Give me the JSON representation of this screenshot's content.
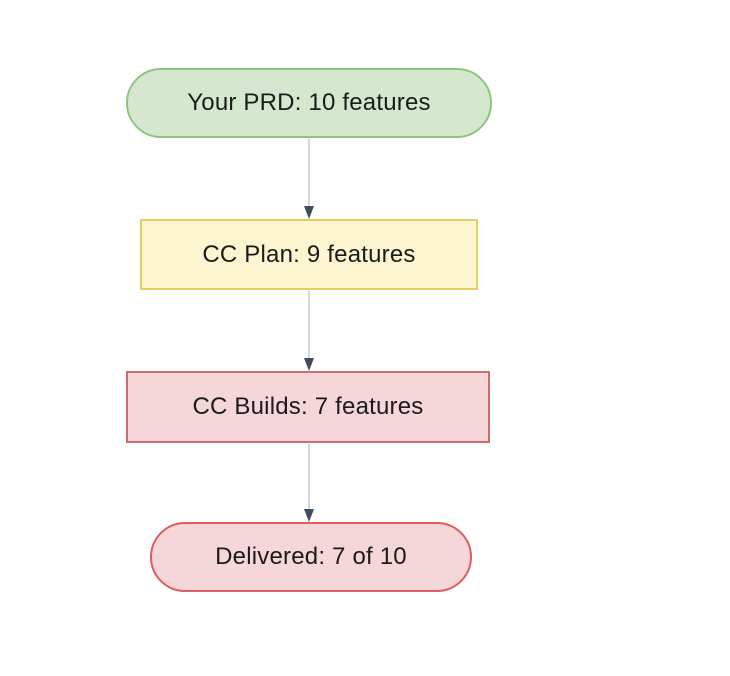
{
  "diagram": {
    "type": "flowchart",
    "direction": "top-down",
    "background_color": "#ffffff",
    "text_color": "#1b1b1b",
    "edge_style": {
      "line_color": "#d3d7db",
      "arrowhead_color": "#3e4d62"
    },
    "nodes": [
      {
        "id": "prd",
        "label": "Your PRD: 10 features",
        "shape": "stadium",
        "fill": "#d5e8cf",
        "stroke": "#8fc47d"
      },
      {
        "id": "plan",
        "label": "CC Plan: 9 features",
        "shape": "rectangle",
        "fill": "#fdf4d0",
        "stroke": "#e7cd63"
      },
      {
        "id": "builds",
        "label": "CC Builds: 7 features",
        "shape": "rectangle",
        "fill": "#f5d6d9",
        "stroke": "#d16b6d"
      },
      {
        "id": "delivered",
        "label": "Delivered: 7 of 10",
        "shape": "stadium",
        "fill": "#f5d6d9",
        "stroke": "#e05c5e"
      }
    ],
    "edges": [
      {
        "from": "prd",
        "to": "plan",
        "arrow": "down"
      },
      {
        "from": "plan",
        "to": "builds",
        "arrow": "down"
      },
      {
        "from": "builds",
        "to": "delivered",
        "arrow": "down"
      }
    ]
  }
}
